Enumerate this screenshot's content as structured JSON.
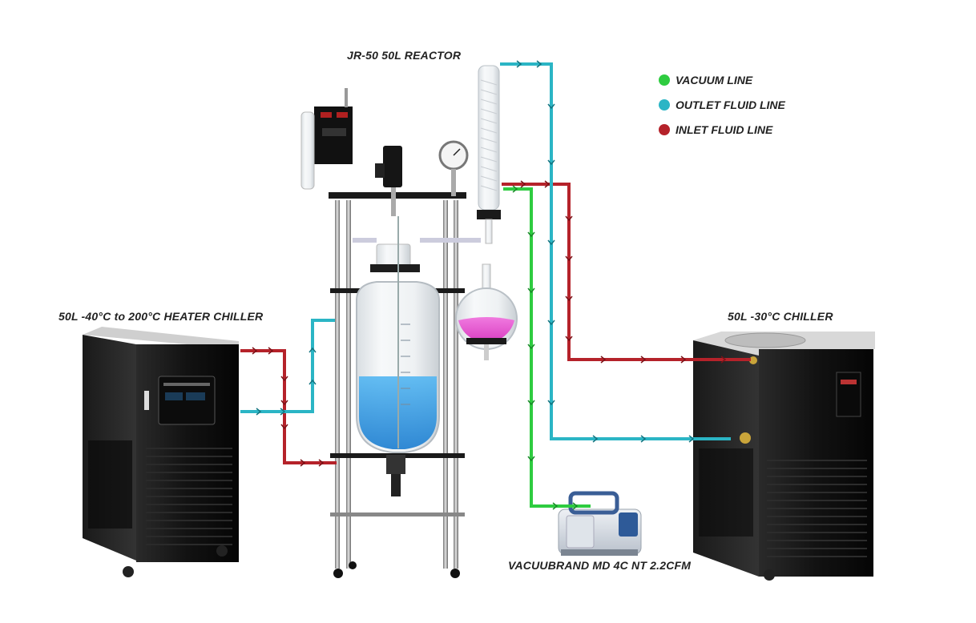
{
  "labels": {
    "reactor": "JR-50 50L REACTOR",
    "heater_chiller": "50L -40°C to 200°C HEATER CHILLER",
    "chiller": "50L -30°C CHILLER",
    "pump": "VACUUBRAND MD 4C NT 2.2CFM"
  },
  "legend": [
    {
      "label": "VACUUM LINE",
      "color": "#2ecc40"
    },
    {
      "label": "OUTLET FLUID LINE",
      "color": "#2bb5c5"
    },
    {
      "label": "INLET FLUID LINE",
      "color": "#b5222a"
    }
  ],
  "colors": {
    "vacuum": "#2ecc40",
    "outlet": "#2bb5c5",
    "inlet": "#b5222a",
    "chiller_body": "#151515",
    "flask_liquid": "#e84fd0",
    "reactor_liquid": "#2f9fe6"
  }
}
